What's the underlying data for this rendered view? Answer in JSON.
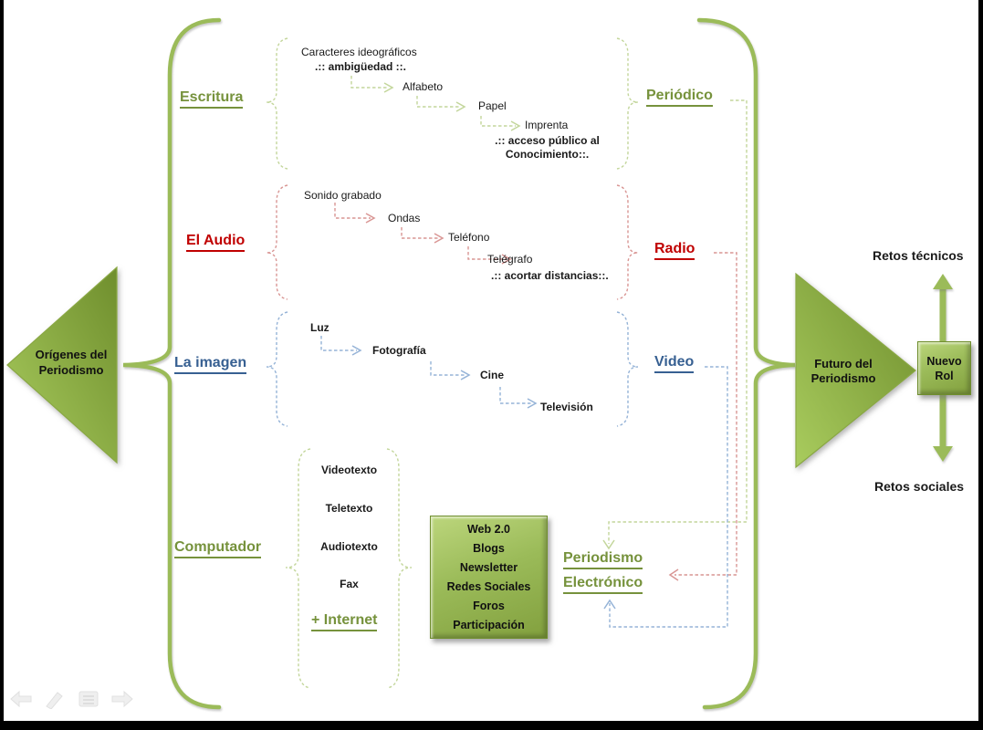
{
  "colors": {
    "olive": "#9bbb59",
    "olive-dark": "#76923c",
    "olive-light": "#c3d69b",
    "red": "#c00000",
    "red-light": "#d99694",
    "blue": "#376092",
    "blue-light": "#95b3d7"
  },
  "left_triangle": {
    "line1": "Orígenes del",
    "line2": "Periodismo"
  },
  "right_triangle": {
    "line1": "Futuro del",
    "line2": "Periodismo"
  },
  "escritura": {
    "label": "Escritura",
    "root": "Caracteres ideográficos",
    "root_note": ".:: ambigüedad ::.",
    "steps": [
      "Alfabeto",
      "Papel",
      "Imprenta"
    ],
    "end_note1": ".:: acceso público al",
    "end_note2": "Conocimiento::.",
    "result": "Periódico"
  },
  "audio": {
    "label": "El Audio",
    "root": "Sonido grabado",
    "steps": [
      "Ondas",
      "Teléfono",
      "Telégrafo"
    ],
    "end_note": ".:: acortar distancias::.",
    "result": "Radio"
  },
  "imagen": {
    "label": "La imagen",
    "root": "Luz",
    "steps": [
      "Fotografía",
      "Cine",
      "Televisión"
    ],
    "result": "Video"
  },
  "computador": {
    "label": "Computador",
    "items": [
      "Videotexto",
      "Teletexto",
      "Audiotexto",
      "Fax"
    ],
    "internet": "+ Internet",
    "result1": "Periodismo",
    "result2": "Electrónico"
  },
  "web_box": {
    "lines": [
      "Web 2.0",
      "Blogs",
      "Newsletter",
      "Redes Sociales",
      "Foros",
      "Participación"
    ]
  },
  "future": {
    "top": "Retos técnicos",
    "bottom": "Retos sociales",
    "rol1": "Nuevo",
    "rol2": "Rol"
  },
  "controls": {
    "icons": [
      "back-arrow-icon",
      "pen-icon",
      "slides-menu-icon",
      "forward-arrow-icon"
    ]
  }
}
